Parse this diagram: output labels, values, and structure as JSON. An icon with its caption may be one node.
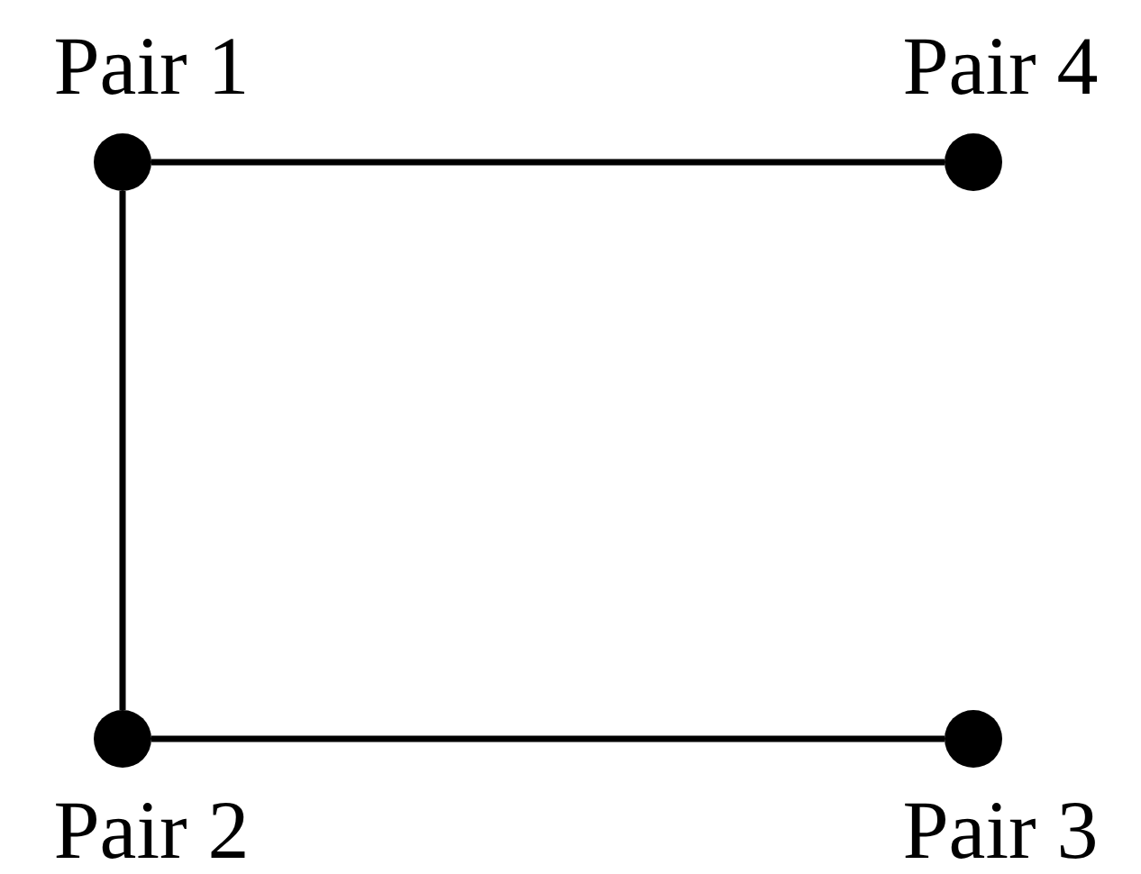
{
  "diagram": {
    "nodes": [
      {
        "text": [
          "Pair 1"
        ]
      },
      {
        "text": [
          "Pair 4"
        ]
      },
      {
        "text": [
          "Pair 2"
        ]
      },
      {
        "text": [
          "Pair 3"
        ]
      }
    ],
    "edges": [
      {
        "from": 0,
        "to": 1,
        "arrow": "none"
      },
      {
        "from": 0,
        "to": 2,
        "arrow": "none"
      },
      {
        "from": 2,
        "to": 3,
        "arrow": "none"
      }
    ]
  }
}
